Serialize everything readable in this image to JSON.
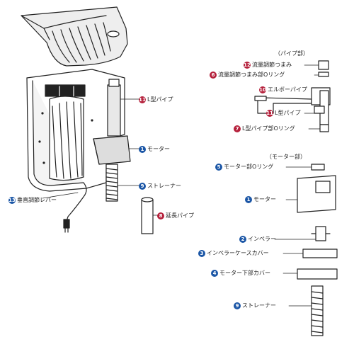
{
  "colors": {
    "red": "#b5203b",
    "blue": "#1b56a6",
    "line": "#222222"
  },
  "left_labels": {
    "l_pipe": {
      "num": "11",
      "text": "L型パイプ"
    },
    "motor": {
      "num": "1",
      "text": "モーター"
    },
    "strainer": {
      "num": "9",
      "text": "ストレーナー"
    },
    "lever": {
      "num": "13",
      "text": "垂直調節レバー"
    },
    "extension": {
      "num": "8",
      "text": "延長パイプ"
    }
  },
  "pipe_section": {
    "heading": "（パイプ部）",
    "items": [
      {
        "num": "12",
        "text": "流量調節つまみ"
      },
      {
        "num": "6",
        "text": "流量調節つまみ部Oリング"
      },
      {
        "num": "10",
        "text": "エルボーパイプ"
      },
      {
        "num": "11",
        "text": "L型パイプ"
      },
      {
        "num": "7",
        "text": "L型パイプ部Oリング"
      }
    ]
  },
  "motor_section": {
    "heading": "（モーター部）",
    "items": [
      {
        "num": "5",
        "text": "モーター部Oリング"
      },
      {
        "num": "1",
        "text": "モーター"
      },
      {
        "num": "2",
        "text": "インペラー"
      },
      {
        "num": "3",
        "text": "インペラーケースカバー"
      },
      {
        "num": "4",
        "text": "モーター下部カバー"
      },
      {
        "num": "9",
        "text": "ストレーナー"
      }
    ]
  }
}
